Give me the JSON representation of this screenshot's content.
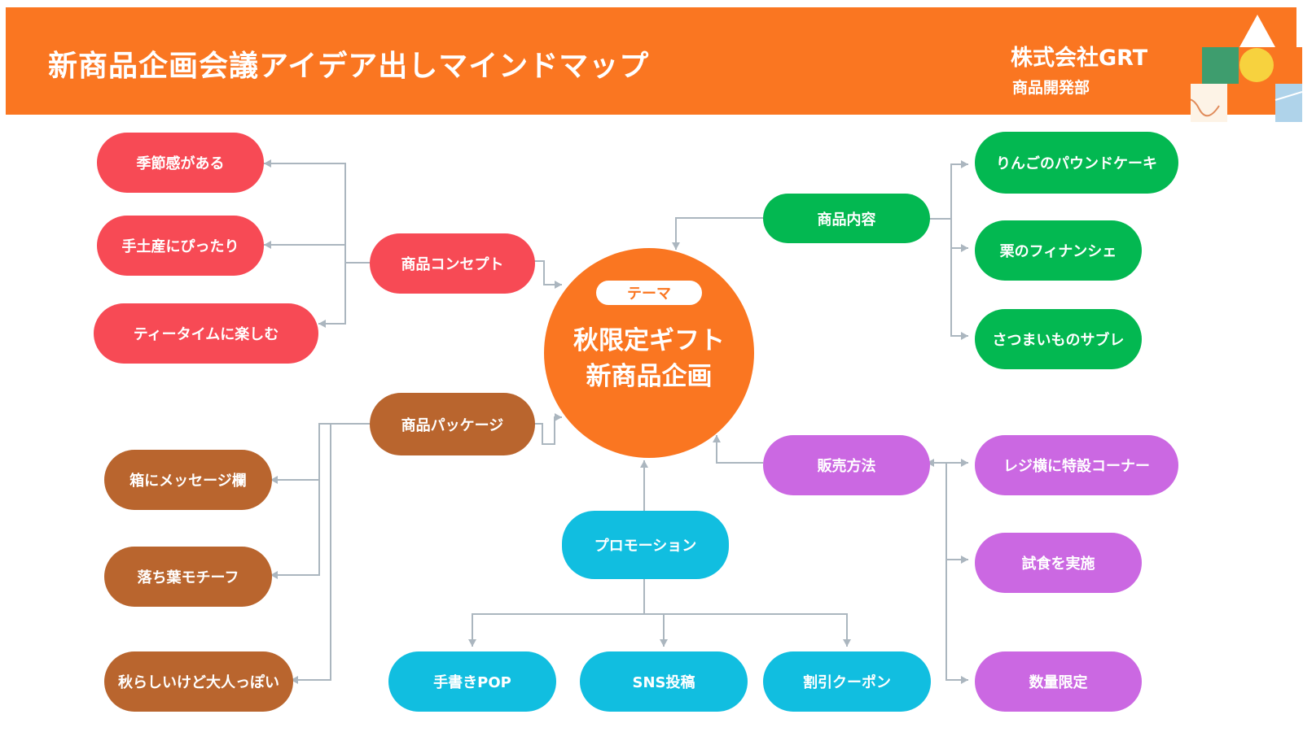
{
  "header": {
    "title": "新商品企画会議アイデア出しマインドマップ",
    "company": "株式会社GRT",
    "department": "商品開発部",
    "background": "#FA7621"
  },
  "center": {
    "badge": "テーマ",
    "line1": "秋限定ギフト",
    "line2": "新商品企画",
    "color": "#FA7621"
  },
  "branches": {
    "concept": {
      "label": "商品コンセプト",
      "color": "#F74A55",
      "items": [
        "季節感がある",
        "手土産にぴったり",
        "ティータイムに楽しむ"
      ]
    },
    "content": {
      "label": "商品内容",
      "color": "#03B851",
      "items": [
        "りんごのパウンドケーキ",
        "栗のフィナンシェ",
        "さつまいものサブレ"
      ]
    },
    "package": {
      "label": "商品パッケージ",
      "color": "#B9652E",
      "items": [
        "箱にメッセージ欄",
        "落ち葉モチーフ",
        "秋らしいけど大人っぽい"
      ]
    },
    "sales": {
      "label": "販売方法",
      "color": "#CB68E2",
      "items": [
        "レジ横に特設コーナー",
        "試食を実施",
        "数量限定"
      ]
    },
    "promotion": {
      "label": "プロモーション",
      "color": "#11BEE0",
      "items": [
        "手書きPOP",
        "SNS投稿",
        "割引クーポン"
      ]
    }
  }
}
